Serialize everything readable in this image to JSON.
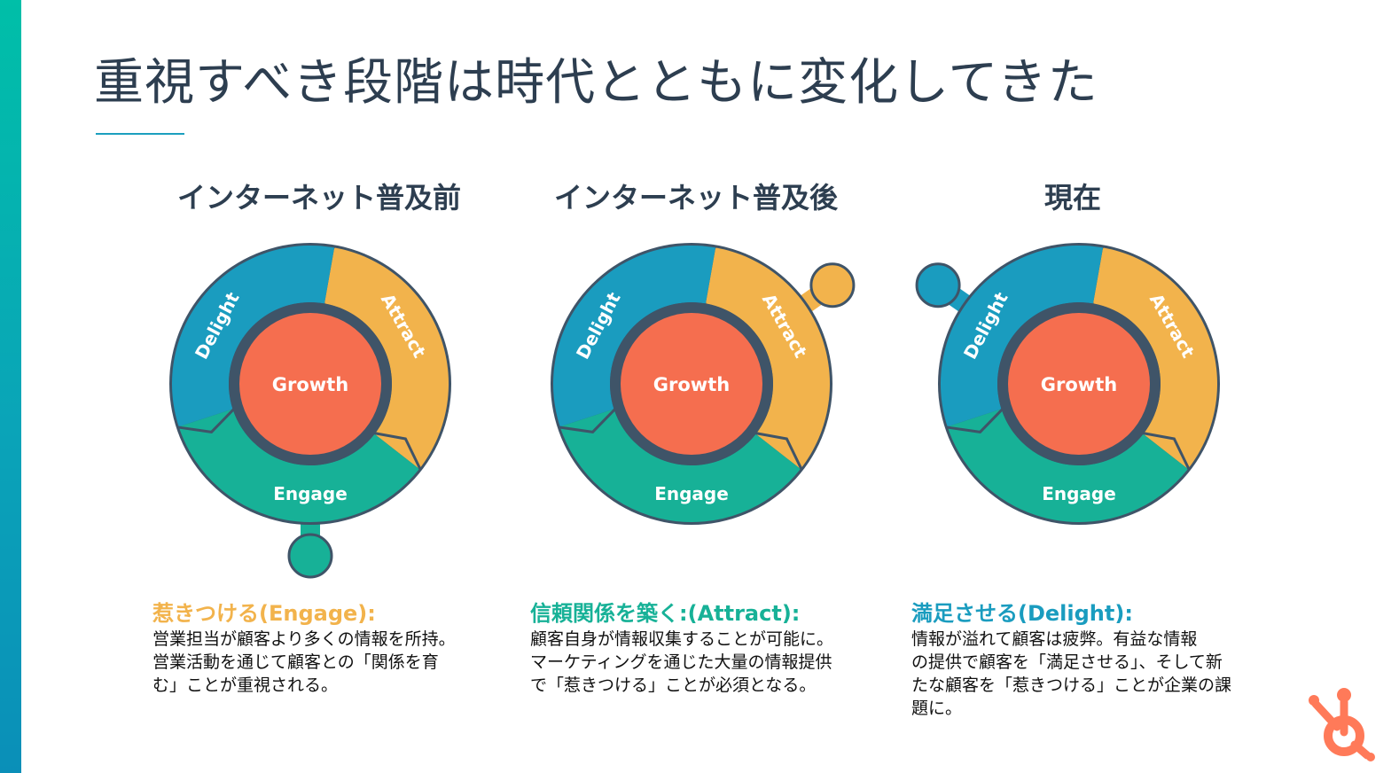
{
  "slide": {
    "title": "重視すべき段階は時代とともに変化してきた"
  },
  "flywheel_labels": {
    "center": "Growth",
    "delight": "Delight",
    "attract": "Attract",
    "engage": "Engage"
  },
  "colors": {
    "accent_bar": "#00bfa8",
    "delight_blue": "#1a9cbf",
    "attract_orange": "#f2b34c",
    "engage_teal": "#17b197",
    "growth_coral": "#f56e4f",
    "ring_navy": "#3f5468",
    "head_orange": "#f2b34c",
    "head_teal": "#17b197",
    "head_blue": "#1a9cbf",
    "hubspot_orange": "#ff7a59"
  },
  "columns": [
    {
      "heading": "インターネット普及前",
      "emphasis": "engage",
      "desc_head": "惹きつける(Engage):",
      "desc_color": "#f2b34c",
      "desc_lines": "営業担当が顧客より多くの情報を所持。\n営業活動を通じて顧客との「関係を育\nむ」ことが重視される。"
    },
    {
      "heading": "インターネット普及後",
      "emphasis": "attract",
      "desc_head": "信頼関係を築く:(Attract):",
      "desc_color": "#17b197",
      "desc_lines": "顧客自身が情報収集することが可能に。\nマーケティングを通じた大量の情報提供\nで「惹きつける」ことが必須となる。"
    },
    {
      "heading": "現在",
      "emphasis": "delight",
      "desc_head": "満足させる(Delight):",
      "desc_color": "#1a9cbf",
      "desc_lines": "情報が溢れて顧客は疲弊。有益な情報\nの提供で顧客を「満足させる」、そして新\nたな顧客を「惹きつける」ことが企業の課\n題に。"
    }
  ],
  "logo": {
    "name": "hubspot-sprocket-icon"
  }
}
